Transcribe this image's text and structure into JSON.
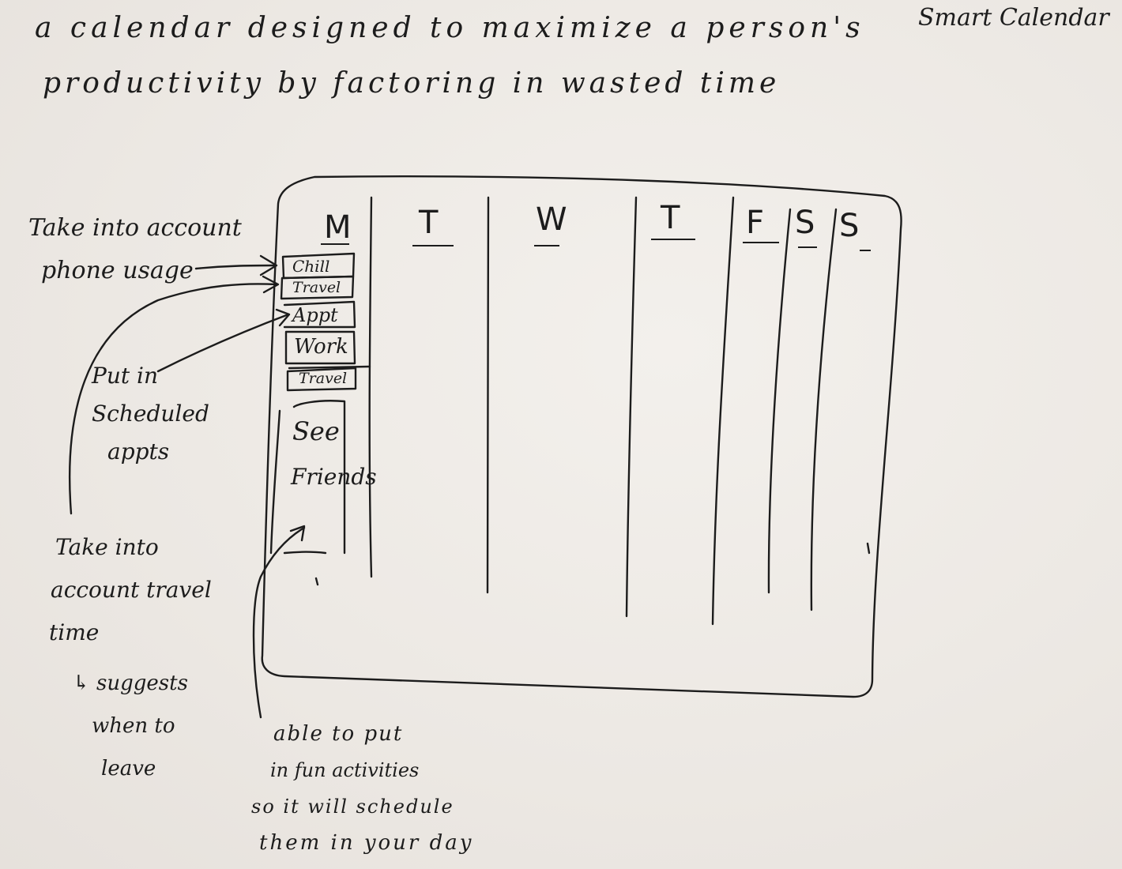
{
  "header": {
    "description_line1": "a calendar designed to maximize a person's",
    "description_line2": "productivity by factoring in wasted time",
    "title": "Smart Calendar"
  },
  "calendar": {
    "days": [
      "M",
      "T",
      "W",
      "T",
      "F",
      "S",
      "S"
    ],
    "monday_events": [
      "Chill",
      "Travel",
      "Appt",
      "Work",
      "Travel"
    ],
    "open_slot": [
      "See",
      "Friends"
    ]
  },
  "annotations": {
    "phone_usage": [
      "Take into account",
      "phone usage"
    ],
    "scheduled_appts": [
      "Put in",
      "Scheduled",
      "appts"
    ],
    "travel_time": [
      "Take into",
      "account travel",
      "time"
    ],
    "suggests_leave": [
      "↳ suggests",
      "when to",
      "leave"
    ],
    "fun_activities": [
      "able to put",
      "in fun activities",
      "so it will schedule",
      "them in your day"
    ]
  }
}
